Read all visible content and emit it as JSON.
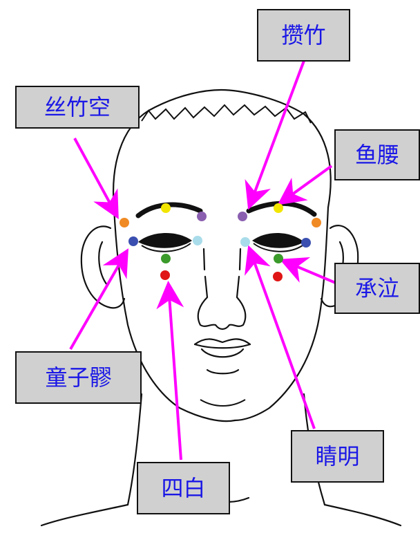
{
  "labels": {
    "sizhukong": "丝竹空",
    "zanzhu": "攒竹",
    "yuyao": "鱼腰",
    "chengqi": "承泣",
    "tongziliao": "童子髎",
    "jingming": "睛明",
    "sibai": "四白"
  },
  "colors": {
    "label_text": "#1a17e6",
    "label_bg": "#d0d0d0",
    "arrow": "#ff00ff",
    "sizhukong_dot": "#f08a24",
    "yuyao_dot": "#f2e600",
    "zanzhu_dot": "#8a5fb0",
    "jingming_dot": "#a9dcea",
    "tongziliao_dot": "#3a4fb0",
    "chengqi_dot": "#3a9a2a",
    "sibai_dot": "#e01515"
  }
}
